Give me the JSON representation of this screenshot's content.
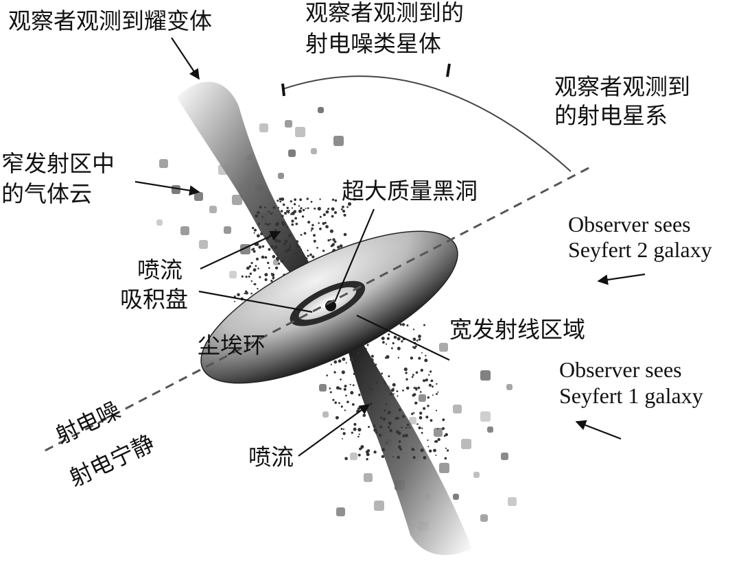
{
  "labels": {
    "blazar_observer": "观察者观测到耀变体",
    "quasar_observer_line1": "观察者观测到的",
    "quasar_observer_line2": "射电噪类星体",
    "radio_galaxy_line1": "观察者观测到",
    "radio_galaxy_line2": "的射电星系",
    "narrow_line_line1": "窄发射区中",
    "narrow_line_line2": "的气体云",
    "black_hole": "超大质量黑洞",
    "jet_upper": "喷流",
    "accretion_disk": "吸积盘",
    "broad_line": "宽发射线区域",
    "dust_torus": "尘埃环",
    "radio_loud": "射电噪",
    "radio_quiet": "射电宁静",
    "jet_lower": "喷流",
    "seyfert2_line1": "Observer sees",
    "seyfert2_line2": "Seyfert 2 galaxy",
    "seyfert1_line1": "Observer sees",
    "seyfert1_line2": "Seyfert 1 galaxy"
  },
  "colors": {
    "ink": "#111111",
    "torus_dark": "#1a1a1a",
    "torus_light": "#f2f2f2",
    "cloud_grey": "#9a9a9a"
  }
}
